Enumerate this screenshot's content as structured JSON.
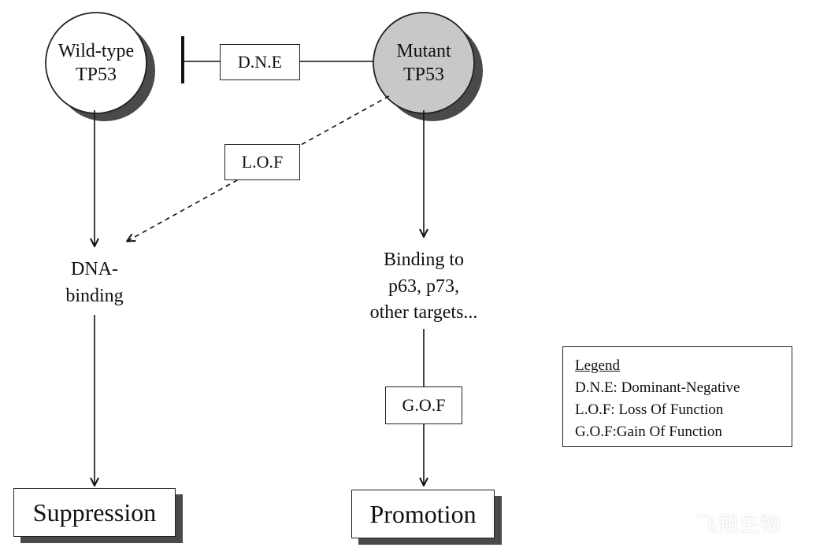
{
  "nodes": {
    "wildtype": {
      "line1": "Wild-type",
      "line2": "TP53"
    },
    "mutant": {
      "line1": "Mutant",
      "line2": "TP53"
    },
    "dna_binding": {
      "line1": "DNA-",
      "line2": "binding"
    },
    "binding_targets": {
      "line1": "Binding to",
      "line2": "p63, p73,",
      "line3": "other targets..."
    }
  },
  "tags": {
    "dne": "D.N.E",
    "lof": "L.O.F",
    "gof": "G.O.F"
  },
  "outcomes": {
    "suppression": "Suppression",
    "promotion": "Promotion"
  },
  "legend": {
    "title": "Legend",
    "items": [
      "D.N.E: Dominant-Negative",
      "L.O.F: Loss Of Function",
      "G.O.F:Gain Of Function"
    ]
  },
  "watermark": "飞朔生物",
  "colors": {
    "mutant_fill": "#c8c8c8",
    "wildtype_fill": "#ffffff",
    "shadow": "#4a4a4a",
    "line": "#111111"
  }
}
